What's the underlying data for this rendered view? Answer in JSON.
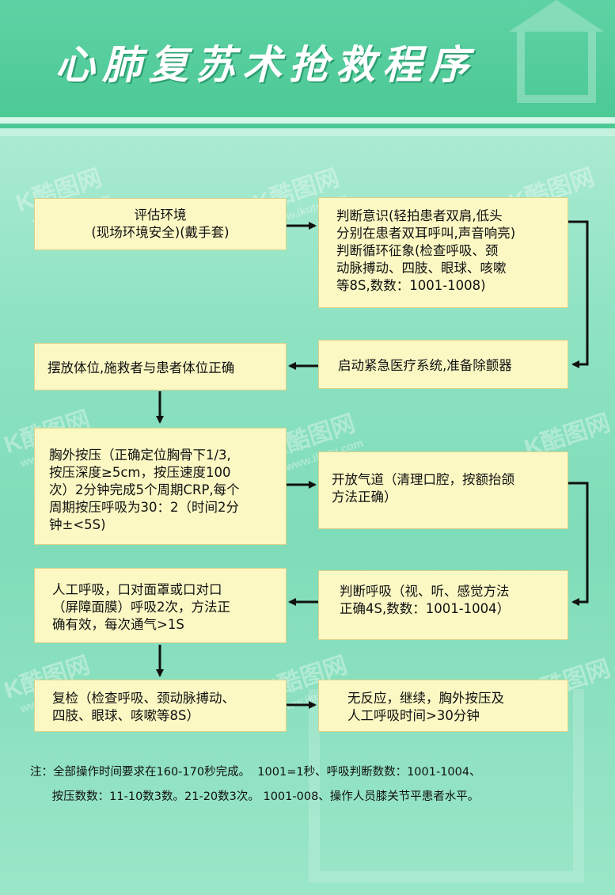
{
  "title": "心肺复苏术抢救程序",
  "boxes": {
    "assess_env": {
      "lines": [
        "评估环境",
        "(现场环境安全)(戴手套)"
      ]
    },
    "judge_consciousness": {
      "lines": [
        "判断意识(轻拍患者双肩,低头",
        "分别在患者双耳呼叫,声音响亮)",
        "判断循环征象(检查呼吸、颈",
        "动脉搏动、四肢、眼球、咳嗽",
        "等8S,数数：1001-1008)"
      ]
    },
    "activate_ems": {
      "lines": [
        "启动紧急医疗系统,准备除颤器"
      ]
    },
    "position": {
      "lines": [
        "摆放体位,施救者与患者体位正确"
      ]
    },
    "compression": {
      "lines": [
        "胸外按压（正确定位胸骨下1/3,",
        "按压深度≥5cm，按压速度100",
        "次）2分钟完成5个周期CRP,每个",
        "周期按压呼吸为30：2（时间2分",
        "钟±<5S)"
      ]
    },
    "open_airway": {
      "lines": [
        "开放气道（清理口腔，按额抬颌",
        "方法正确）"
      ]
    },
    "judge_breathing": {
      "lines": [
        "判断呼吸（视、听、感觉方法",
        "正确4S,数数：1001-1004）"
      ]
    },
    "rescue_breath": {
      "lines": [
        "人工呼吸，口对面罩或口对口",
        "（屏障面膜）呼吸2次，方法正",
        "确有效，每次通气>1S"
      ]
    },
    "recheck": {
      "lines": [
        "复检（检查呼吸、颈动脉搏动、",
        "四肢、眼球、咳嗽等8S）"
      ]
    },
    "no_response": {
      "lines": [
        "无反应，继续，胸外按压及",
        "人工呼吸时间>30分钟"
      ]
    }
  },
  "notes": [
    "注：全部操作时间要求在160-170秒完成。  1001=1秒、呼吸判断数数：1001-1004、",
    "      按压数数：11-10数3数。21-20数3次。 1001-008、操作人员膝关节平患者水平。"
  ],
  "watermark": {
    "logo": "K酷图网",
    "url": "www.ikutu.com"
  },
  "colors": {
    "header": "#4cc995",
    "box_fill": "#fbf8c4",
    "arrow": "#111111"
  }
}
